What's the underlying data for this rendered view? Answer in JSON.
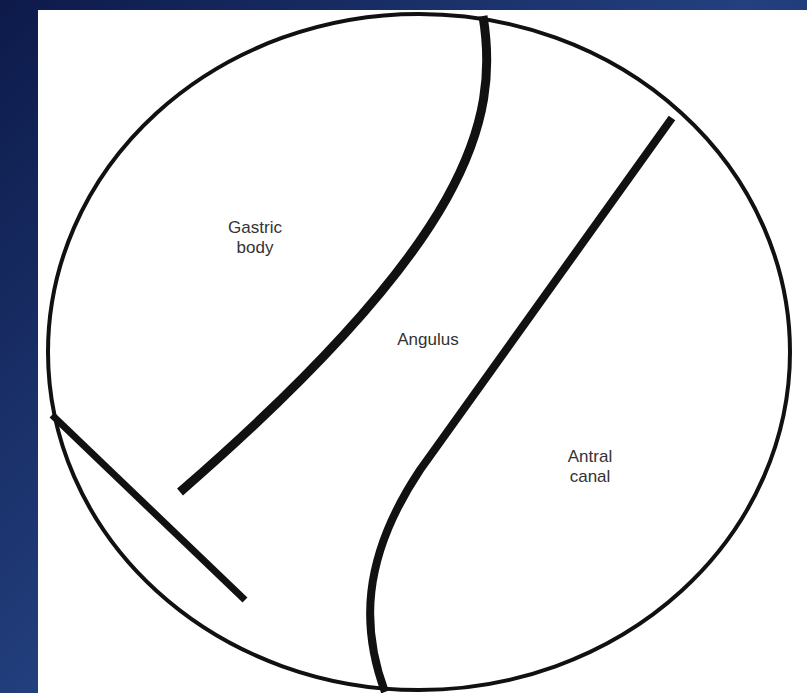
{
  "diagram": {
    "labels": [
      "Gastric body",
      "Angulus",
      "Antral canal"
    ]
  }
}
